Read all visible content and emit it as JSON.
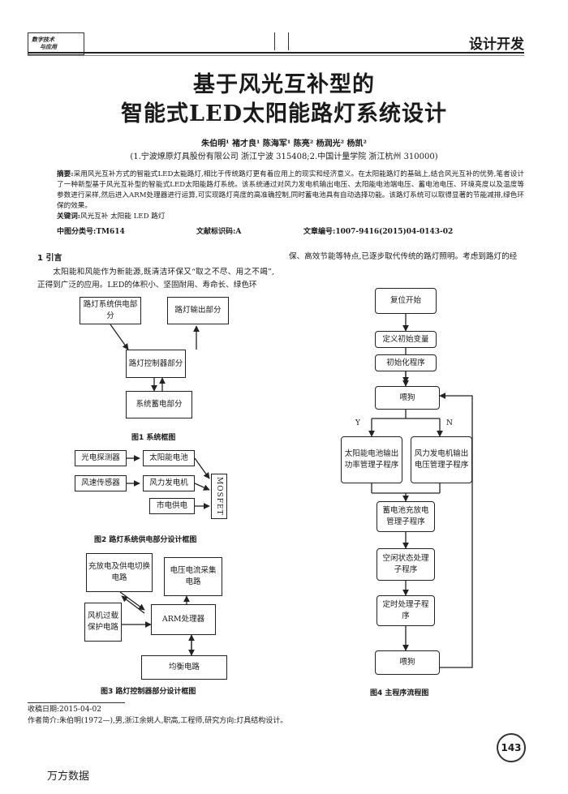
{
  "header": {
    "left_line1": "数字技术",
    "left_line2": "与应用",
    "right": "设计开发"
  },
  "title": {
    "line1": "基于风光互补型的",
    "line2": "智能式LED太阳能路灯系统设计"
  },
  "authors": "朱伯明¹  褚才良¹  陈海军¹  陈亮²  杨润光²  杨凯²",
  "affiliation": "(1.宁波燎原灯具股份有限公司  浙江宁波  315408;2.中国计量学院  浙江杭州  310000)",
  "abstract": {
    "label": "摘要:",
    "text": "采用风光互补方式的智能式LED太能路灯,相比于传统路灯更有着应用上的现实和经济意义。在太阳能路灯的基础上,结合风光互补的优势,笔者设计了一种新型基于风光互补型的智能式LED太阳能路灯系统。该系统通过对风力发电机输出电压、太阳能电池端电压、蓄电池电压、环境亮度以及温度等参数进行采样,然后进入ARM处理器进行运算,可实现路灯亮度的高准确控制,同时蓄电池具有自动选择功能。该路灯系统可以取得显著的节能减排,绿色环保的效果。",
    "keywords_label": "关键词:",
    "keywords": "风光互补  太阳能  LED  路灯"
  },
  "meta": {
    "clc": "中图分类号:TM614",
    "doc_code": "文献标识码:A",
    "article_no": "文章编号:1007-9416(2015)04-0143-02"
  },
  "section1": {
    "heading": "1 引言",
    "para_left": "太阳能和风能作为新能源,既清洁环保又“取之不尽、用之不竭”,正得到广泛的应用。LED的体积小、坚固耐用、寿命长、绿色环",
    "para_right": "保、高效节能等特点,已逐步取代传统的路灯照明。考虑到路灯的经"
  },
  "fig1": {
    "caption": "图1  系统框图",
    "power": "路灯系统供电部分",
    "output": "路灯输出部分",
    "controller": "路灯控制器部分",
    "battery": "系统蓄电部分"
  },
  "fig2": {
    "caption": "图2  路灯系统供电部分设计框图",
    "photo_probe": "光电探测器",
    "solar_cell": "太阳能电池",
    "wind_sensor": "风速传感器",
    "wind_gen": "风力发电机",
    "mains": "市电供电",
    "mosfet": "MOSFET"
  },
  "fig3": {
    "caption": "图3  路灯控制器部分设计框图",
    "charge_switch": "充放电及供电切换电路",
    "vi_sample": "电压电流采集电路",
    "wind_protect": "风机过载保护电路",
    "arm": "ARM处理器",
    "balance": "均衡电路"
  },
  "fig4": {
    "caption": "图4  主程序流程图",
    "reset": "复位开始",
    "define": "定义初始变量",
    "init": "初始化程序",
    "watchdog1": "喂狗",
    "yes": "Y",
    "no": "N",
    "solar_sub": "太阳能电池输出功率管理子程序",
    "wind_sub": "风力发电机输出电压管理子程序",
    "battery_sub": "蓄电池充放电管理子程序",
    "idle_sub": "空闲状态处理子程序",
    "timer_sub": "定时处理子程序",
    "watchdog2": "喂狗"
  },
  "footnote": {
    "received": "收稿日期:2015-04-02",
    "author_bio": "作者简介:朱伯明(1972—),男,浙江余姚人,职高,工程师,研究方向:灯具结构设计。"
  },
  "page_number": "143",
  "watermark": "万方数据"
}
